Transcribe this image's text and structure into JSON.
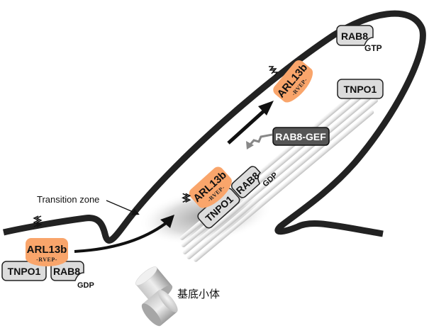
{
  "diagram": {
    "labels": {
      "transition_zone": "Transition zone",
      "basal_body": "基底小体"
    },
    "complex_base": {
      "arl13b": "ARL13b",
      "motif": "-RVEP-",
      "tnpo1": "TNPO1",
      "rab8": "RAB8",
      "nucleotide": "GDP"
    },
    "complex_tz": {
      "arl13b": "ARL13b",
      "motif": "-RVEP-",
      "tnpo1": "TNPO1",
      "rab8": "RAB8",
      "nucleotide": "GDP"
    },
    "cilium_free": {
      "arl13b": "ARL13b",
      "motif": "-RVEP-",
      "rab8": "RAB8",
      "rab8_nucleotide": "GTP",
      "tnpo1": "TNPO1",
      "gef": "RAB8-GEF"
    },
    "colors": {
      "arl13b": "#f9a56b",
      "protein_box": "#dcdcdc",
      "gef": "#555555",
      "membrane": "#222222",
      "gef_arrow": "#888888"
    }
  }
}
